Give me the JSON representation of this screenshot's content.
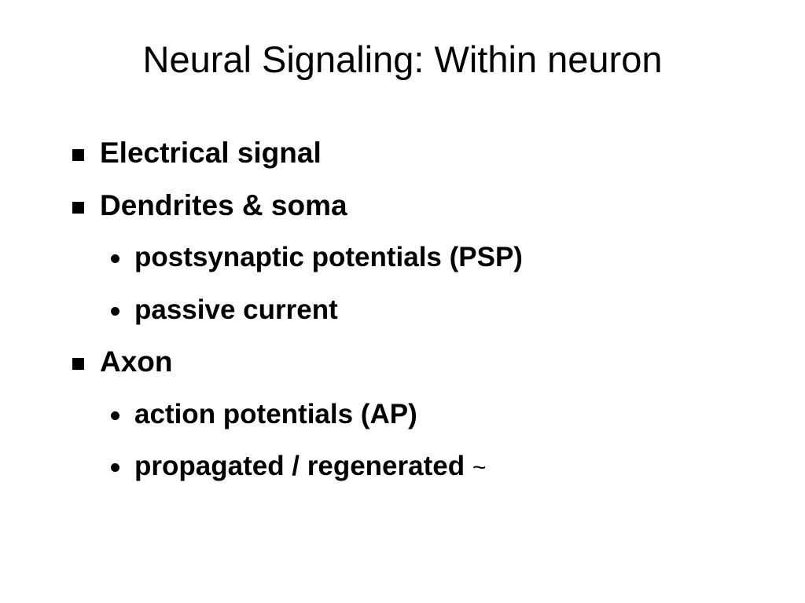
{
  "slide": {
    "title": "Neural Signaling: Within neuron",
    "bullets": [
      {
        "level": 1,
        "text": "Electrical signal"
      },
      {
        "level": 1,
        "text": "Dendrites & soma"
      },
      {
        "level": 2,
        "text": "postsynaptic potentials (PSP)"
      },
      {
        "level": 2,
        "text": "passive current"
      },
      {
        "level": 1,
        "text": "Axon"
      },
      {
        "level": 2,
        "text": "action potentials (AP)"
      },
      {
        "level": 2,
        "text": "propagated / regenerated",
        "suffix": "~"
      }
    ]
  },
  "icons": {
    "level1_marker": "square-bullet-icon",
    "level2_marker": "round-bullet-icon"
  },
  "colors": {
    "background": "#ffffff",
    "text": "#000000"
  }
}
